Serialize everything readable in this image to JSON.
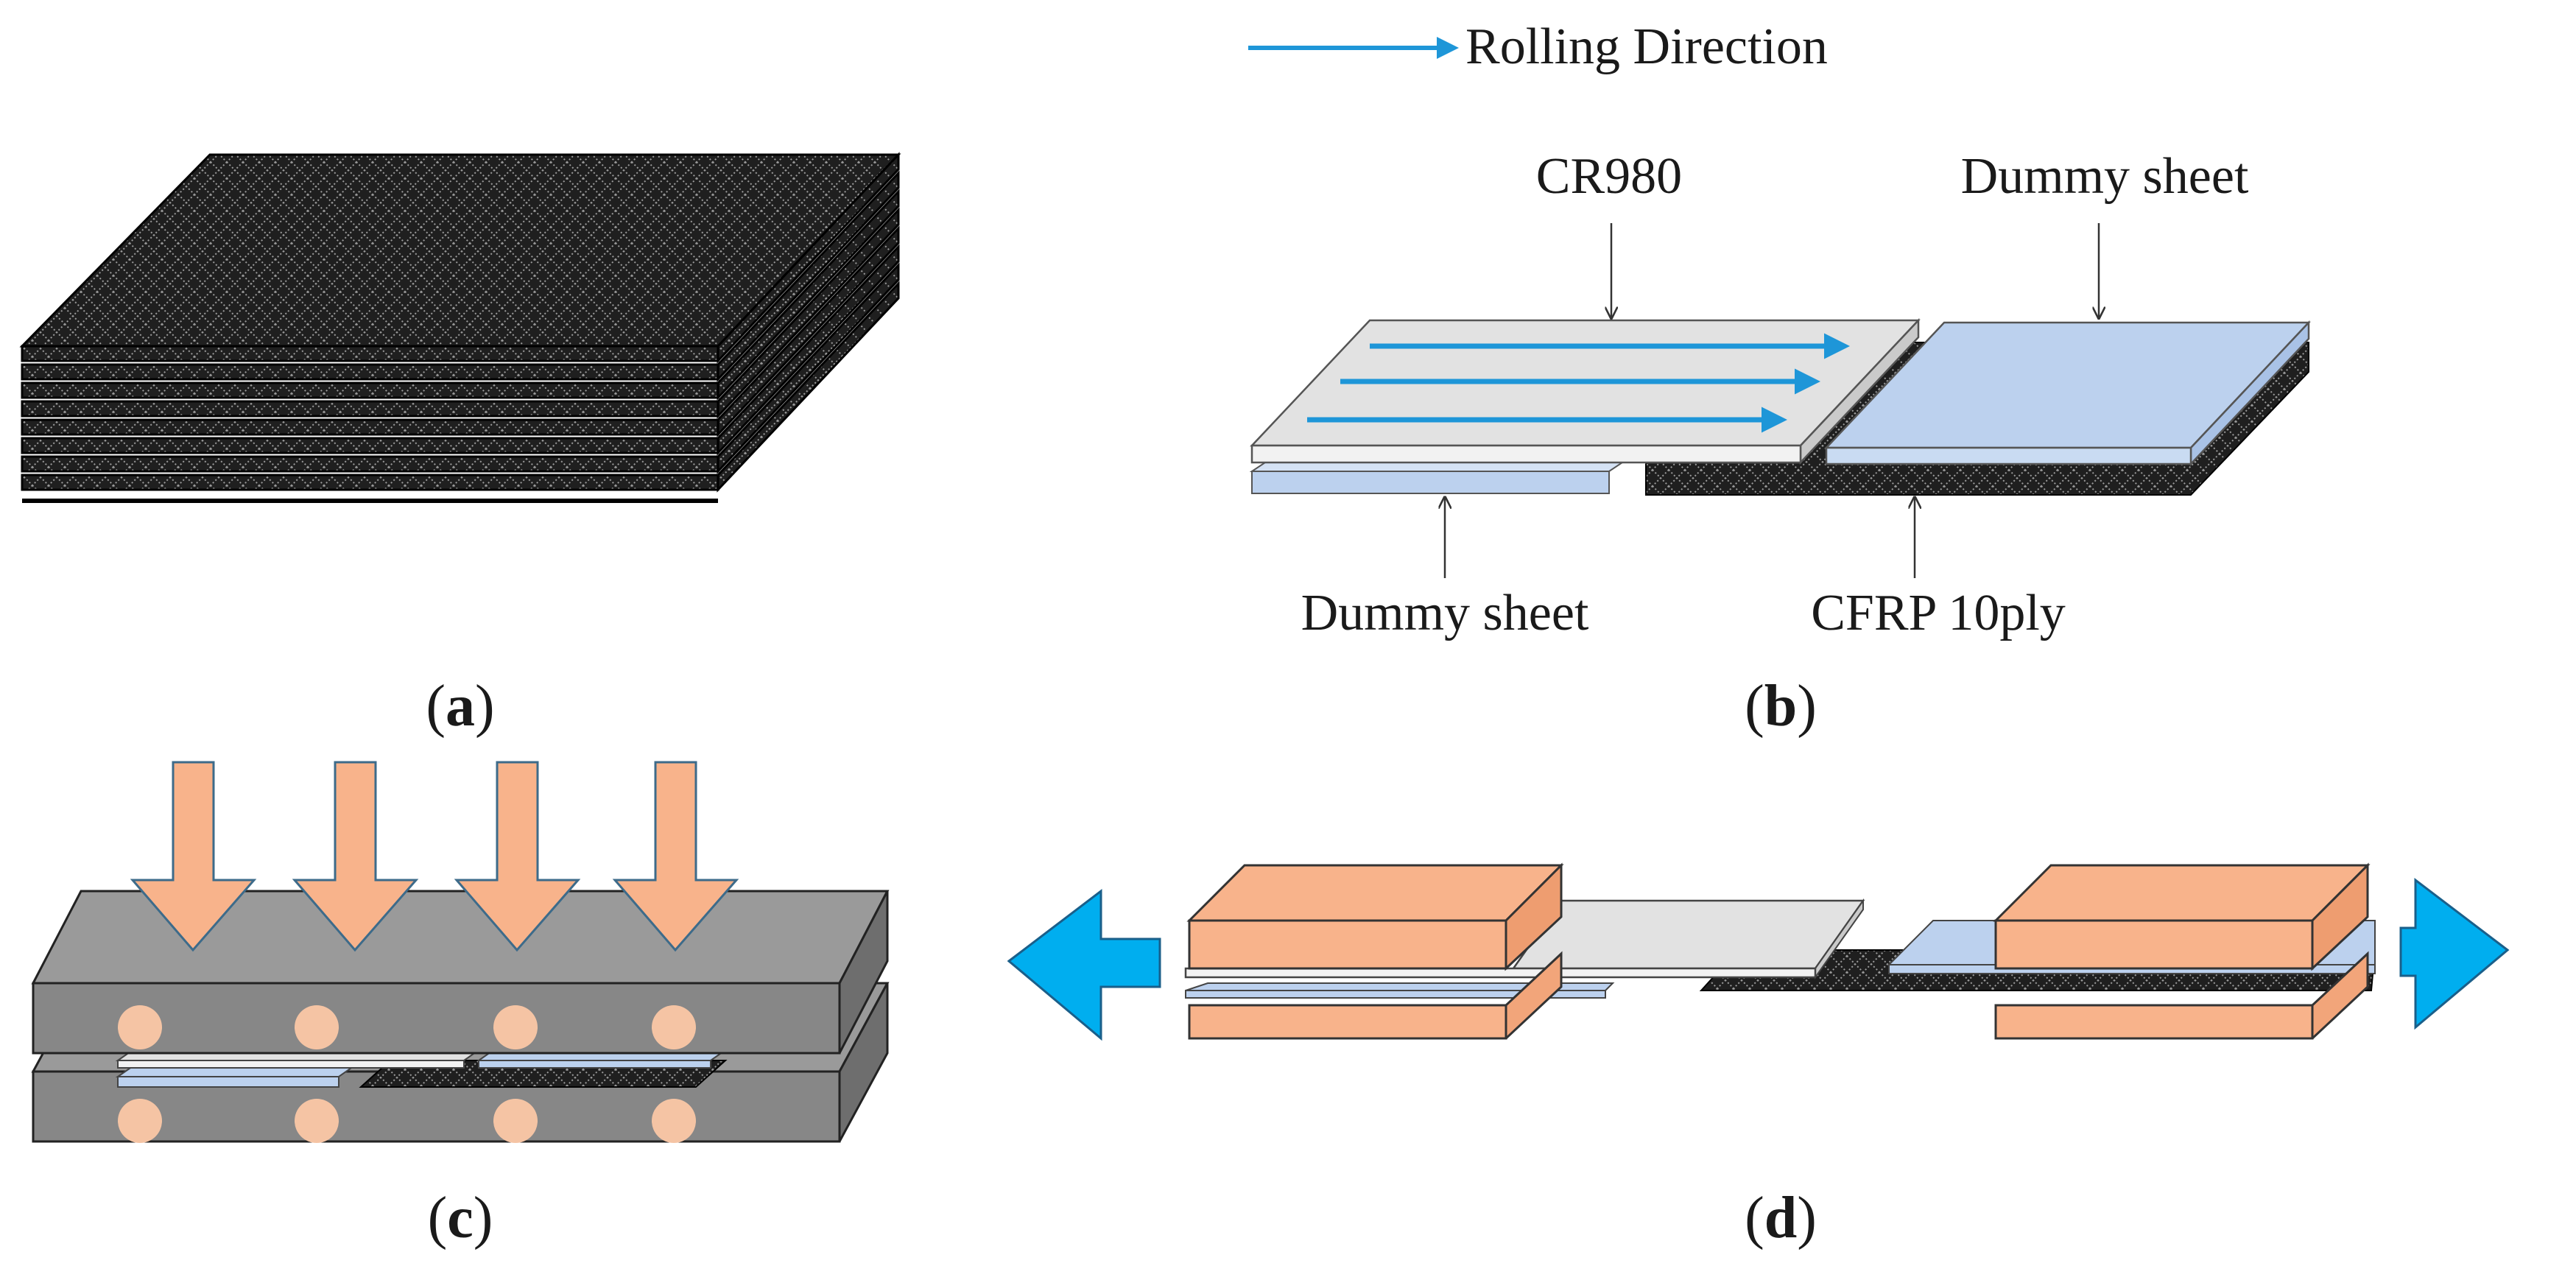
{
  "legend": {
    "text": "Rolling Direction",
    "arrow_color": "#1E96D8"
  },
  "panels": {
    "a": {
      "open": "(",
      "letter": "a",
      "close": ")"
    },
    "b": {
      "open": "(",
      "letter": "b",
      "close": ")"
    },
    "c": {
      "open": "(",
      "letter": "c",
      "close": ")"
    },
    "d": {
      "open": "(",
      "letter": "d",
      "close": ")"
    }
  },
  "labels_b": {
    "cr980": "CR980",
    "dummy_top": "Dummy  sheet",
    "dummy_bottom": "Dummy  sheet",
    "cfrp": "CFRP  10ply"
  },
  "colors": {
    "cfrp": "#1f1f1f",
    "steel_light": "#e2e2e2",
    "dummy_blue": "#bcd1ee",
    "press_plate": "#878787",
    "press_dots": "#f5c4a4",
    "press_arrow": "#F8B38B",
    "grip_orange": "#F8B38B",
    "tension_arrow": "#00AEEF"
  }
}
